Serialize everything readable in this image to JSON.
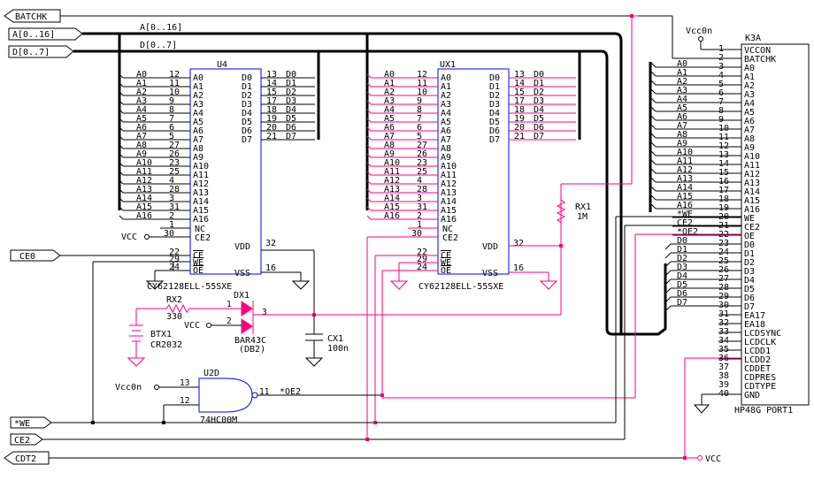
{
  "colors": {
    "wire": "#000000",
    "net": "#ff0080",
    "symbol": "#0000ff",
    "background": "#ffffff"
  },
  "ports": {
    "batchk": "BATCHK",
    "addr_bus": "A[0..16]",
    "data_bus": "D[0..7]",
    "ce0": "_CE0",
    "we": "*WE",
    "ce2": "CE2",
    "cdt2": "CDT2"
  },
  "bus_labels": {
    "addr": "A[0..16]",
    "data": "D[0..7]"
  },
  "sram_pins": {
    "addr_names": [
      "A0",
      "A1",
      "A2",
      "A3",
      "A4",
      "A5",
      "A6",
      "A7",
      "A8",
      "A9",
      "A10",
      "A11",
      "A12",
      "A13",
      "A14",
      "A15",
      "A16"
    ],
    "addr_numbers": [
      "12",
      "11",
      "10",
      "9",
      "8",
      "7",
      "6",
      "5",
      "27",
      "26",
      "23",
      "25",
      "4",
      "28",
      "3",
      "31",
      "2"
    ],
    "data_names": [
      "D0",
      "D1",
      "D2",
      "D3",
      "D4",
      "D5",
      "D6",
      "D7"
    ],
    "data_numbers": [
      "13",
      "14",
      "15",
      "17",
      "18",
      "19",
      "20",
      "21"
    ],
    "nc": {
      "name": "NC",
      "number": "1"
    },
    "ce2": {
      "name": "CE2",
      "number": "30"
    },
    "ctrl_names": [
      "CE",
      "WE",
      "OE"
    ],
    "ctrl_numbers": [
      "22",
      "29",
      "24"
    ],
    "vdd": {
      "name": "VDD",
      "number": "32"
    },
    "vss": {
      "name": "VSS",
      "number": "16"
    }
  },
  "u4": {
    "ref": "U4",
    "value": "CY62128ELL-55SXE"
  },
  "ux1": {
    "ref": "UX1",
    "value": "CY62128ELL-55SXE"
  },
  "vcc": "VCC",
  "vcc0n": "Vcc0n",
  "rx1": {
    "ref": "RX1",
    "value": "1M"
  },
  "rx2": {
    "ref": "RX2",
    "value": "330"
  },
  "dx1": {
    "ref": "DX1",
    "value": "BAR43C",
    "value2": "(DB2)",
    "pins": [
      "1",
      "2",
      "3"
    ]
  },
  "cx1": {
    "ref": "CX1",
    "value": "100n"
  },
  "btx1": {
    "ref": "BTX1",
    "value": "CR2032"
  },
  "u2d": {
    "ref": "U2D",
    "value": "74HC00M",
    "pin_a": "13",
    "pin_b": "12",
    "pin_y": "11",
    "net_out": "*OE2"
  },
  "k3a": {
    "ref": "K3A",
    "value": "HP48G PORT1",
    "pin_numbers": [
      "1",
      "2",
      "3",
      "4",
      "5",
      "6",
      "7",
      "8",
      "9",
      "10",
      "11",
      "12",
      "13",
      "14",
      "15",
      "16",
      "17",
      "18",
      "19",
      "20",
      "21",
      "22",
      "23",
      "24",
      "25",
      "26",
      "27",
      "28",
      "29",
      "30",
      "31",
      "32",
      "33",
      "34",
      "35",
      "36",
      "37",
      "38",
      "39",
      "40"
    ],
    "pin_names": [
      "VCCON",
      "BATCHK",
      "A0",
      "A1",
      "A2",
      "A3",
      "A4",
      "A5",
      "A6",
      "A7",
      "A8",
      "A9",
      "A10",
      "A11",
      "A12",
      "A13",
      "A14",
      "A15",
      "A16",
      "WE",
      "CE2",
      "OE",
      "D0",
      "D1",
      "D2",
      "D3",
      "D4",
      "D5",
      "D6",
      "D7",
      "EA17",
      "EA18",
      "LCDSYNC",
      "LCDCLK",
      "LCDD1",
      "LCDD2",
      "CDDET",
      "CDPRES",
      "CDTYPE",
      "GND"
    ],
    "wire_labels": [
      "A0",
      "A1",
      "A2",
      "A3",
      "A4",
      "A5",
      "A6",
      "A7",
      "A8",
      "A9",
      "A10",
      "A11",
      "A12",
      "A13",
      "A14",
      "A15",
      "A16",
      "*WE",
      "CE2",
      "*OE2",
      "D0",
      "D1",
      "D2",
      "D3",
      "D4",
      "D5",
      "D6",
      "D7"
    ]
  }
}
